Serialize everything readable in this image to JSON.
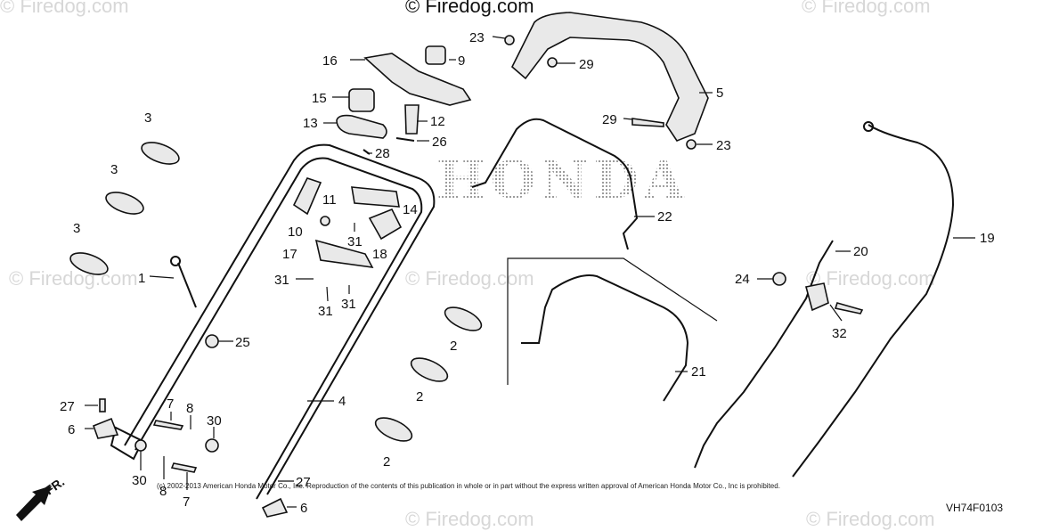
{
  "watermarks": [
    "© Firedog.com",
    "© Firedog.com",
    "© Firedog.com",
    "© Firedog.com",
    "© Firedog.com",
    "© Firedog.com",
    "© Firedog.com"
  ],
  "top_credit": "© Firedog.com",
  "brand_text": "HONDA",
  "direction_label": "FR.",
  "copyright": "(c) 2002-2013 American Honda Motor Co., Inc. Reproduction of the contents of this publication in whole or in part without the express written approval of American Honda Motor Co., Inc is prohibited.",
  "diagram_code": "VH74F0103",
  "callouts": [
    "1",
    "2",
    "2",
    "2",
    "3",
    "3",
    "3",
    "4",
    "5",
    "6",
    "6",
    "7",
    "7",
    "8",
    "8",
    "9",
    "10",
    "11",
    "12",
    "13",
    "14",
    "15",
    "16",
    "17",
    "18",
    "19",
    "20",
    "21",
    "22",
    "23",
    "23",
    "24",
    "25",
    "26",
    "27",
    "27",
    "28",
    "29",
    "29",
    "30",
    "30",
    "31",
    "31",
    "31",
    "31",
    "32"
  ]
}
